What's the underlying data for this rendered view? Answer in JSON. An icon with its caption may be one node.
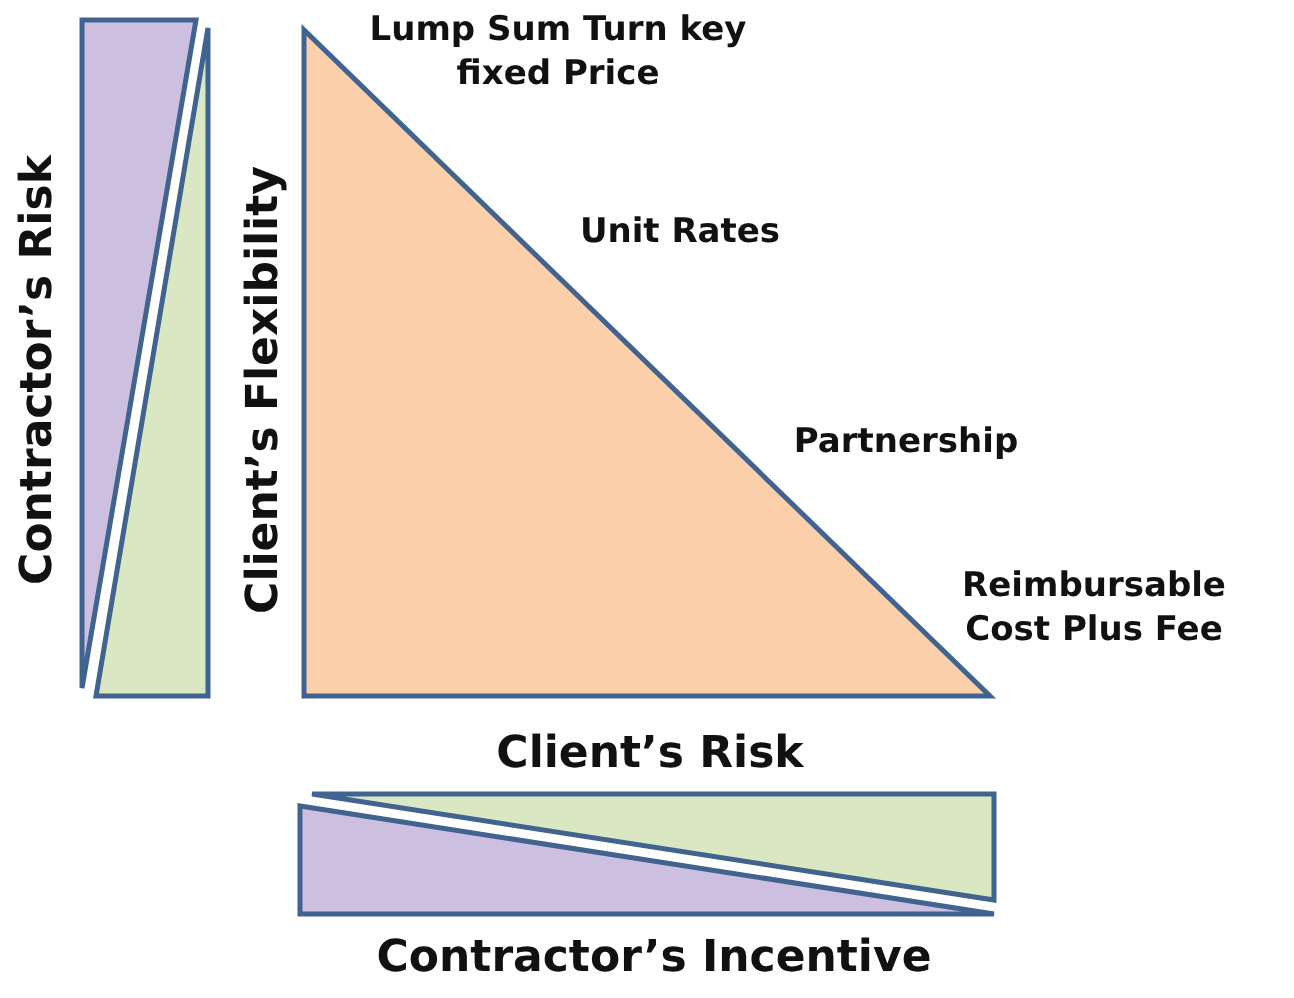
{
  "diagram": {
    "labels": [
      "Lump Sum Turn key fixed Price",
      "Unit Rates",
      "Partnership",
      "Reimbursable Cost Plus Fee",
      "Contractor’s Risk",
      "Client’s Flexibility",
      "Client’s Risk",
      "Contractor’s Incentive"
    ]
  }
}
